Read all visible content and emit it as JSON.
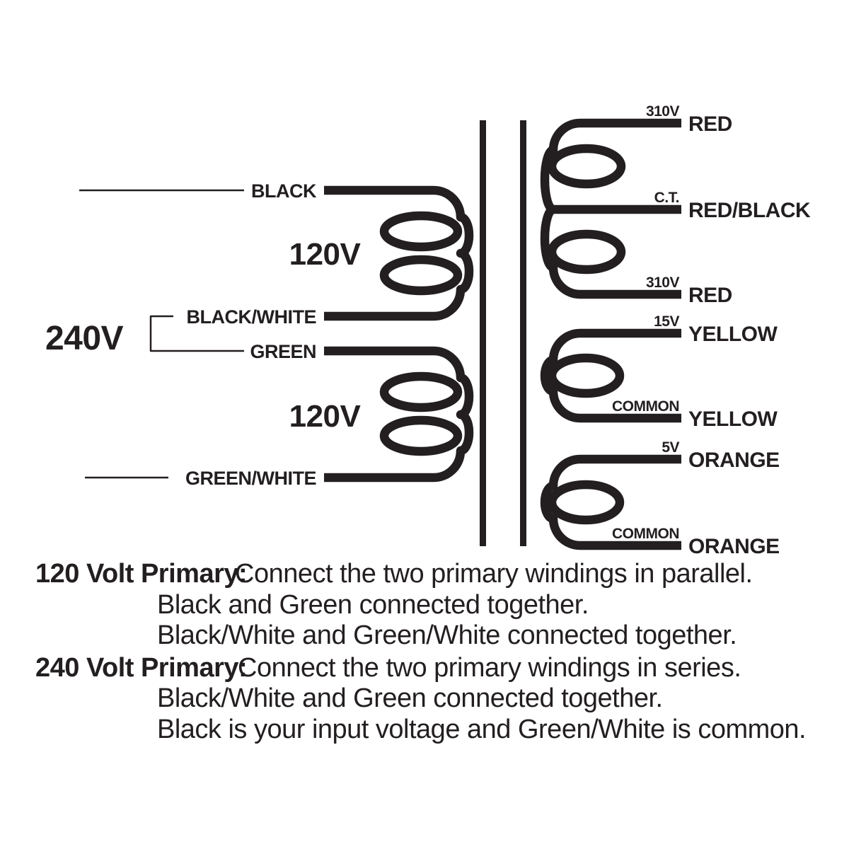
{
  "colors": {
    "ink": "#231f20",
    "background": "#ffffff"
  },
  "primary": {
    "input_voltage_label": "240V",
    "windings": [
      {
        "voltage_label": "120V",
        "start_wire": "BLACK",
        "end_wire": "BLACK/WHITE"
      },
      {
        "voltage_label": "120V",
        "start_wire": "GREEN",
        "end_wire": "GREEN/WHITE"
      }
    ]
  },
  "secondary": {
    "windings": [
      {
        "taps": [
          {
            "tap_label": "310V",
            "wire_color": "RED"
          },
          {
            "tap_label": "C.T.",
            "wire_color": "RED/BLACK"
          },
          {
            "tap_label": "310V",
            "wire_color": "RED"
          }
        ]
      },
      {
        "taps": [
          {
            "tap_label": "15V",
            "wire_color": "YELLOW"
          },
          {
            "tap_label": "COMMON",
            "wire_color": "YELLOW"
          }
        ]
      },
      {
        "taps": [
          {
            "tap_label": "5V",
            "wire_color": "ORANGE"
          },
          {
            "tap_label": "COMMON",
            "wire_color": "ORANGE"
          }
        ]
      }
    ]
  },
  "notes": {
    "parallel": {
      "heading": "120 Volt Primary:",
      "instruction": "Connect the two primary windings in parallel.",
      "details": [
        "Black and Green connected together.",
        "Black/White and Green/White connected together."
      ]
    },
    "series": {
      "heading": "240 Volt Primary:",
      "instruction": "Connect the two primary windings in series.",
      "details": [
        "Black/White and Green connected together.",
        "Black is your input voltage and Green/White is common."
      ]
    }
  }
}
